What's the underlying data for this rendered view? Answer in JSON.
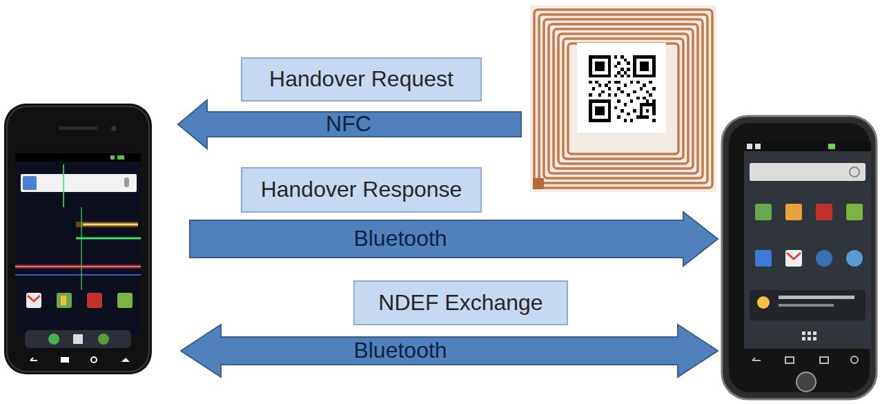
{
  "diagram": {
    "nodes": [
      {
        "text": [
          "Handover Request"
        ]
      },
      {
        "text": [
          "NFC"
        ]
      },
      {
        "text": [
          "Handover Response"
        ]
      },
      {
        "text": [
          "Bluetooth"
        ]
      },
      {
        "text": [
          "NDEF Exchange"
        ]
      },
      {
        "text": [
          "Bluetooth"
        ]
      }
    ]
  }
}
